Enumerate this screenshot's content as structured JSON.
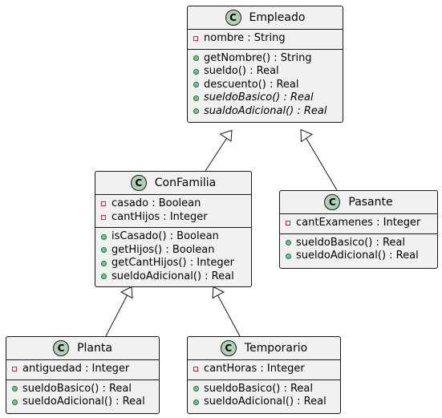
{
  "classes": [
    {
      "id": "empleado",
      "icon": "C",
      "name": "Empleado",
      "attributes": [
        {
          "visibility": "private",
          "text": "nombre : String"
        }
      ],
      "methods": [
        {
          "visibility": "public",
          "text": "getNombre() : String",
          "abstract": false
        },
        {
          "visibility": "public",
          "text": "sueldo() : Real",
          "abstract": false
        },
        {
          "visibility": "public",
          "text": "descuento() : Real",
          "abstract": false
        },
        {
          "visibility": "public",
          "text": "sueldoBasico() : Real",
          "abstract": true
        },
        {
          "visibility": "public",
          "text": "sualdoAdicional() : Real",
          "abstract": true
        }
      ]
    },
    {
      "id": "confamilia",
      "icon": "C",
      "name": "ConFamilia",
      "attributes": [
        {
          "visibility": "private",
          "text": "casado : Boolean"
        },
        {
          "visibility": "private",
          "text": "cantHijos : Integer"
        }
      ],
      "methods": [
        {
          "visibility": "public",
          "text": "isCasado() : Boolean",
          "abstract": false
        },
        {
          "visibility": "public",
          "text": "getHijos() : Boolean",
          "abstract": false
        },
        {
          "visibility": "public",
          "text": "getCantHijos() : Integer",
          "abstract": false
        },
        {
          "visibility": "public",
          "text": "sueldoAdicional() : Real",
          "abstract": false
        }
      ]
    },
    {
      "id": "pasante",
      "icon": "C",
      "name": "Pasante",
      "attributes": [
        {
          "visibility": "private",
          "text": "cantExamenes : Integer"
        }
      ],
      "methods": [
        {
          "visibility": "public",
          "text": "sueldoBasico() : Real",
          "abstract": false
        },
        {
          "visibility": "public",
          "text": "sueldoAdicional() : Real",
          "abstract": false
        }
      ]
    },
    {
      "id": "planta",
      "icon": "C",
      "name": "Planta",
      "attributes": [
        {
          "visibility": "private",
          "text": "antiguedad : Integer"
        }
      ],
      "methods": [
        {
          "visibility": "public",
          "text": "sueldoBasico() : Real",
          "abstract": false
        },
        {
          "visibility": "public",
          "text": "sueldoAdicional() : Real",
          "abstract": false
        }
      ]
    },
    {
      "id": "temporario",
      "icon": "C",
      "name": "Temporario",
      "attributes": [
        {
          "visibility": "private",
          "text": "cantHoras : Integer"
        }
      ],
      "methods": [
        {
          "visibility": "public",
          "text": "sueldoBasico() : Real",
          "abstract": false
        },
        {
          "visibility": "public",
          "text": "sueldoAdicional() : Real",
          "abstract": false
        }
      ]
    }
  ],
  "relations": [
    {
      "type": "inheritance",
      "from": "confamilia",
      "to": "empleado"
    },
    {
      "type": "inheritance",
      "from": "pasante",
      "to": "empleado"
    },
    {
      "type": "inheritance",
      "from": "planta",
      "to": "confamilia"
    },
    {
      "type": "inheritance",
      "from": "temporario",
      "to": "confamilia"
    }
  ],
  "colors": {
    "class_fill": "#f1f1f1",
    "border": "#181818",
    "class_icon": "#add1b2",
    "private_marker": "#c82930",
    "public_marker": "#84be84"
  }
}
